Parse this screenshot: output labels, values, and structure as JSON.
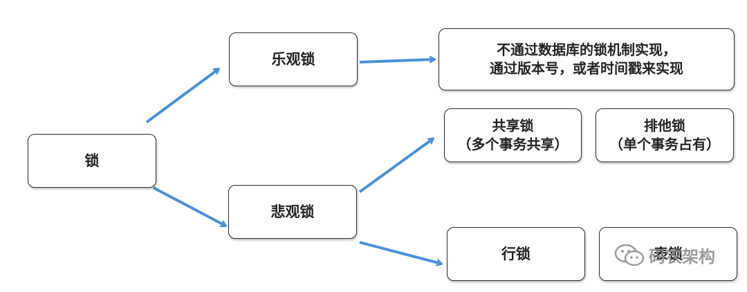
{
  "colors": {
    "arrow": "#4a90d9",
    "border": "#2b2b2b",
    "text": "#222222",
    "watermark": "#8a8a8a"
  },
  "nodes": {
    "lock": {
      "label": "锁"
    },
    "optimistic": {
      "label": "乐观锁"
    },
    "pessimistic": {
      "label": "悲观锁"
    },
    "optimistic_desc": {
      "line1": "不通过数据库的锁机制实现，",
      "line2": "通过版本号，或者时间戳来实现"
    },
    "shared": {
      "line1": "共享锁",
      "line2": "（多个事务共享）"
    },
    "exclusive": {
      "line1": "排他锁",
      "line2": "（单个事务占有）"
    },
    "row": {
      "label": "行锁"
    },
    "table": {
      "label": "表锁"
    }
  },
  "watermark": {
    "text": "码农架构",
    "icon": "wechat-icon"
  }
}
